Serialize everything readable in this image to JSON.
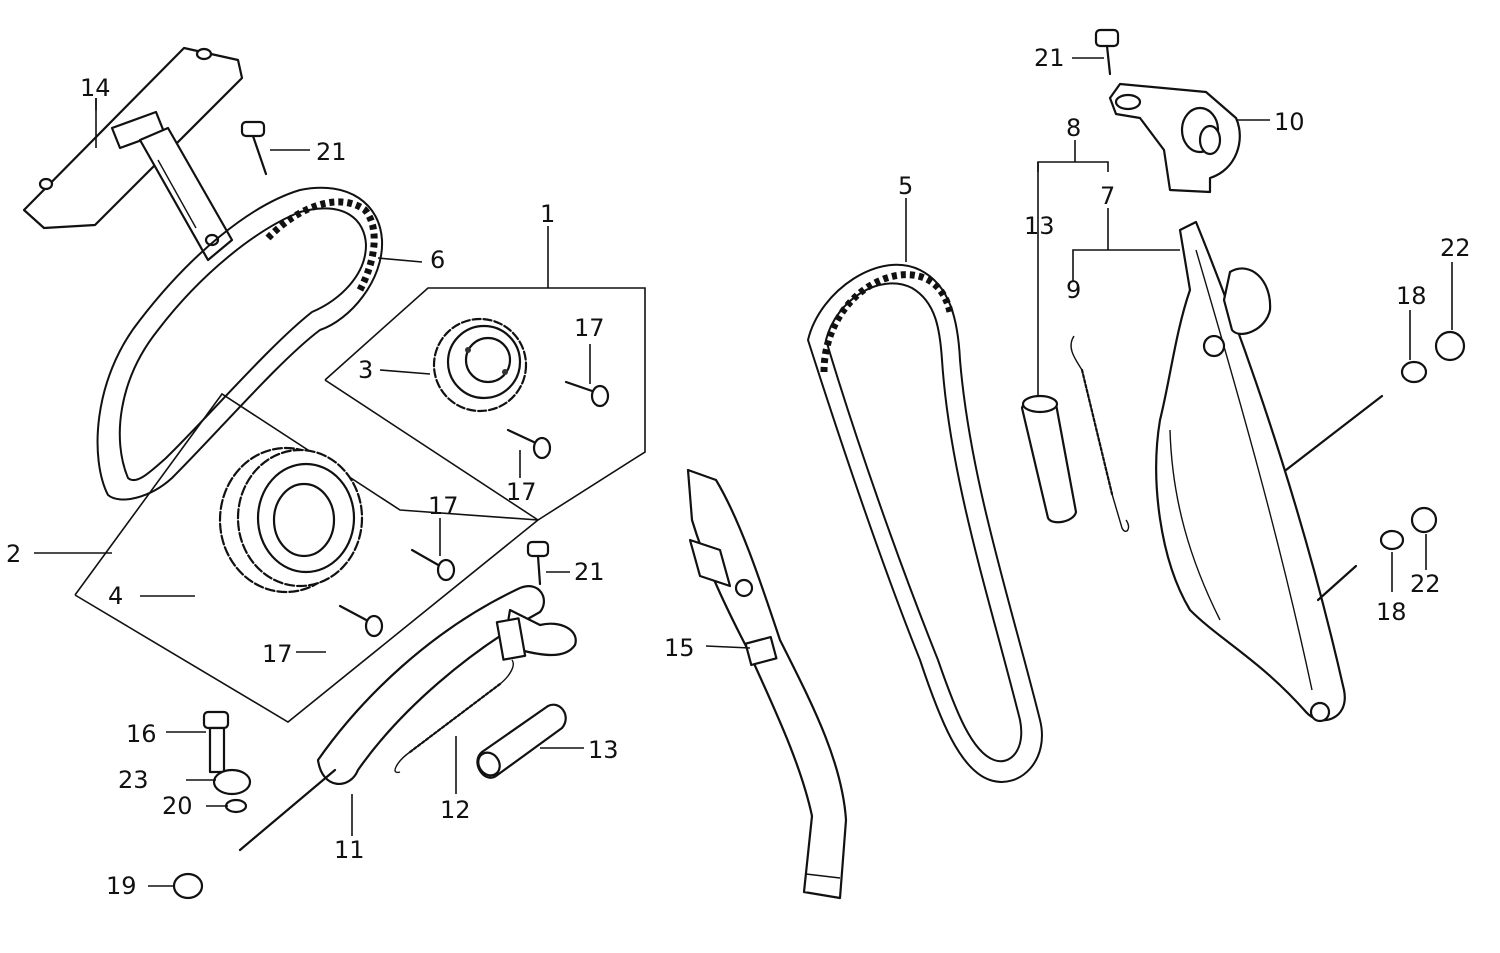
{
  "header_text": "",
  "callouts": [
    {
      "id": "1",
      "text": "1"
    },
    {
      "id": "2",
      "text": "2"
    },
    {
      "id": "3",
      "text": "3"
    },
    {
      "id": "4",
      "text": "4"
    },
    {
      "id": "5",
      "text": "5"
    },
    {
      "id": "6",
      "text": "6"
    },
    {
      "id": "7",
      "text": "7"
    },
    {
      "id": "8",
      "text": "8"
    },
    {
      "id": "9",
      "text": "9"
    },
    {
      "id": "10",
      "text": "10"
    },
    {
      "id": "11",
      "text": "11"
    },
    {
      "id": "12",
      "text": "12"
    },
    {
      "id": "13a",
      "text": "13"
    },
    {
      "id": "13b",
      "text": "13"
    },
    {
      "id": "14",
      "text": "14"
    },
    {
      "id": "15",
      "text": "15"
    },
    {
      "id": "16",
      "text": "16"
    },
    {
      "id": "17a",
      "text": "17"
    },
    {
      "id": "17b",
      "text": "17"
    },
    {
      "id": "17c",
      "text": "17"
    },
    {
      "id": "17d",
      "text": "17"
    },
    {
      "id": "18a",
      "text": "18"
    },
    {
      "id": "18b",
      "text": "18"
    },
    {
      "id": "19",
      "text": "19"
    },
    {
      "id": "20",
      "text": "20"
    },
    {
      "id": "21a",
      "text": "21"
    },
    {
      "id": "21b",
      "text": "21"
    },
    {
      "id": "21c",
      "text": "21"
    },
    {
      "id": "22a",
      "text": "22"
    },
    {
      "id": "22b",
      "text": "22"
    },
    {
      "id": "23",
      "text": "23"
    }
  ]
}
